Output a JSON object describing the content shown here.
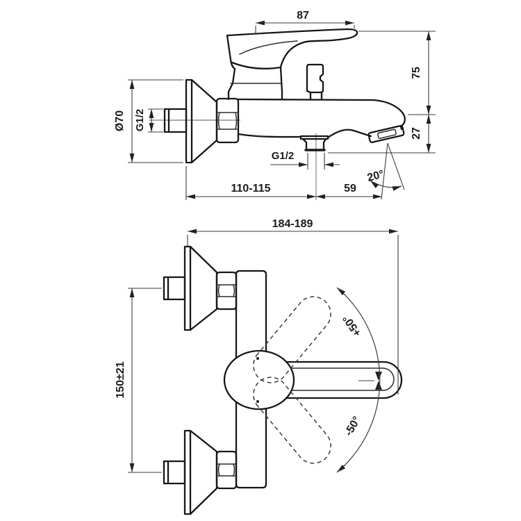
{
  "side_view": {
    "handle_length": "87",
    "height_above_spout": "75",
    "spout_height": "27",
    "flange_diameter": "Ø70",
    "inlet_thread": "G1/2",
    "outlet_thread": "G1/2",
    "wall_to_outlet": "110-115",
    "outlet_to_spout_tip": "59",
    "spout_angle": "20°"
  },
  "plan_view": {
    "overall_depth": "184-189",
    "connection_spacing": "150±21",
    "lever_swing_up": "+50°",
    "lever_swing_down": "-50°"
  }
}
